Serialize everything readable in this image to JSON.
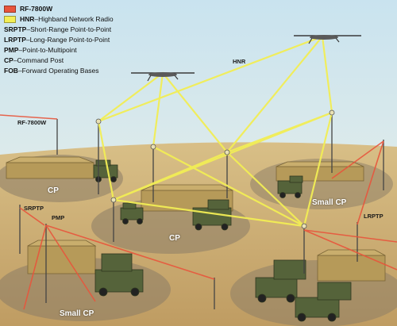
{
  "colors": {
    "rf7800w": "#e8553c",
    "hnr": "#f2ee55",
    "sky_top": "#c9e3ef",
    "sky_bottom": "#f1f2e6",
    "ground": "#c8a86f",
    "tent": "#b69a59",
    "vehicle": "#55633a"
  },
  "legend": {
    "items": [
      {
        "code": "RF-7800W",
        "desc": "",
        "color": "#e8553c"
      },
      {
        "code": "HNR",
        "desc": "–Highband Network Radio",
        "color": "#f2ee55"
      },
      {
        "code": "SRPTP",
        "desc": "–Short-Range Point-to-Point"
      },
      {
        "code": "LRPTP",
        "desc": "–Long-Range Point-to-Point"
      },
      {
        "code": "PMP",
        "desc": "–Point-to-Multipoint"
      },
      {
        "code": "CP",
        "desc": "–Command Post"
      },
      {
        "code": "FOB",
        "desc": "–Forward Operating Bases"
      }
    ]
  },
  "labels": {
    "hnr": "HNR",
    "rf7800w": "RF-7800W",
    "srptp": "SRPTP",
    "pmp": "PMP",
    "lrptp": "LRPTP",
    "cp_left": "CP",
    "cp_center": "CP",
    "small_cp_right": "Small CP",
    "small_cp_bottom": "Small CP"
  },
  "icons": {
    "aircraft": "uav-drone-icon",
    "vehicle": "humvee-icon",
    "shelter": "tent-shelter-icon",
    "mast": "antenna-mast-icon"
  }
}
